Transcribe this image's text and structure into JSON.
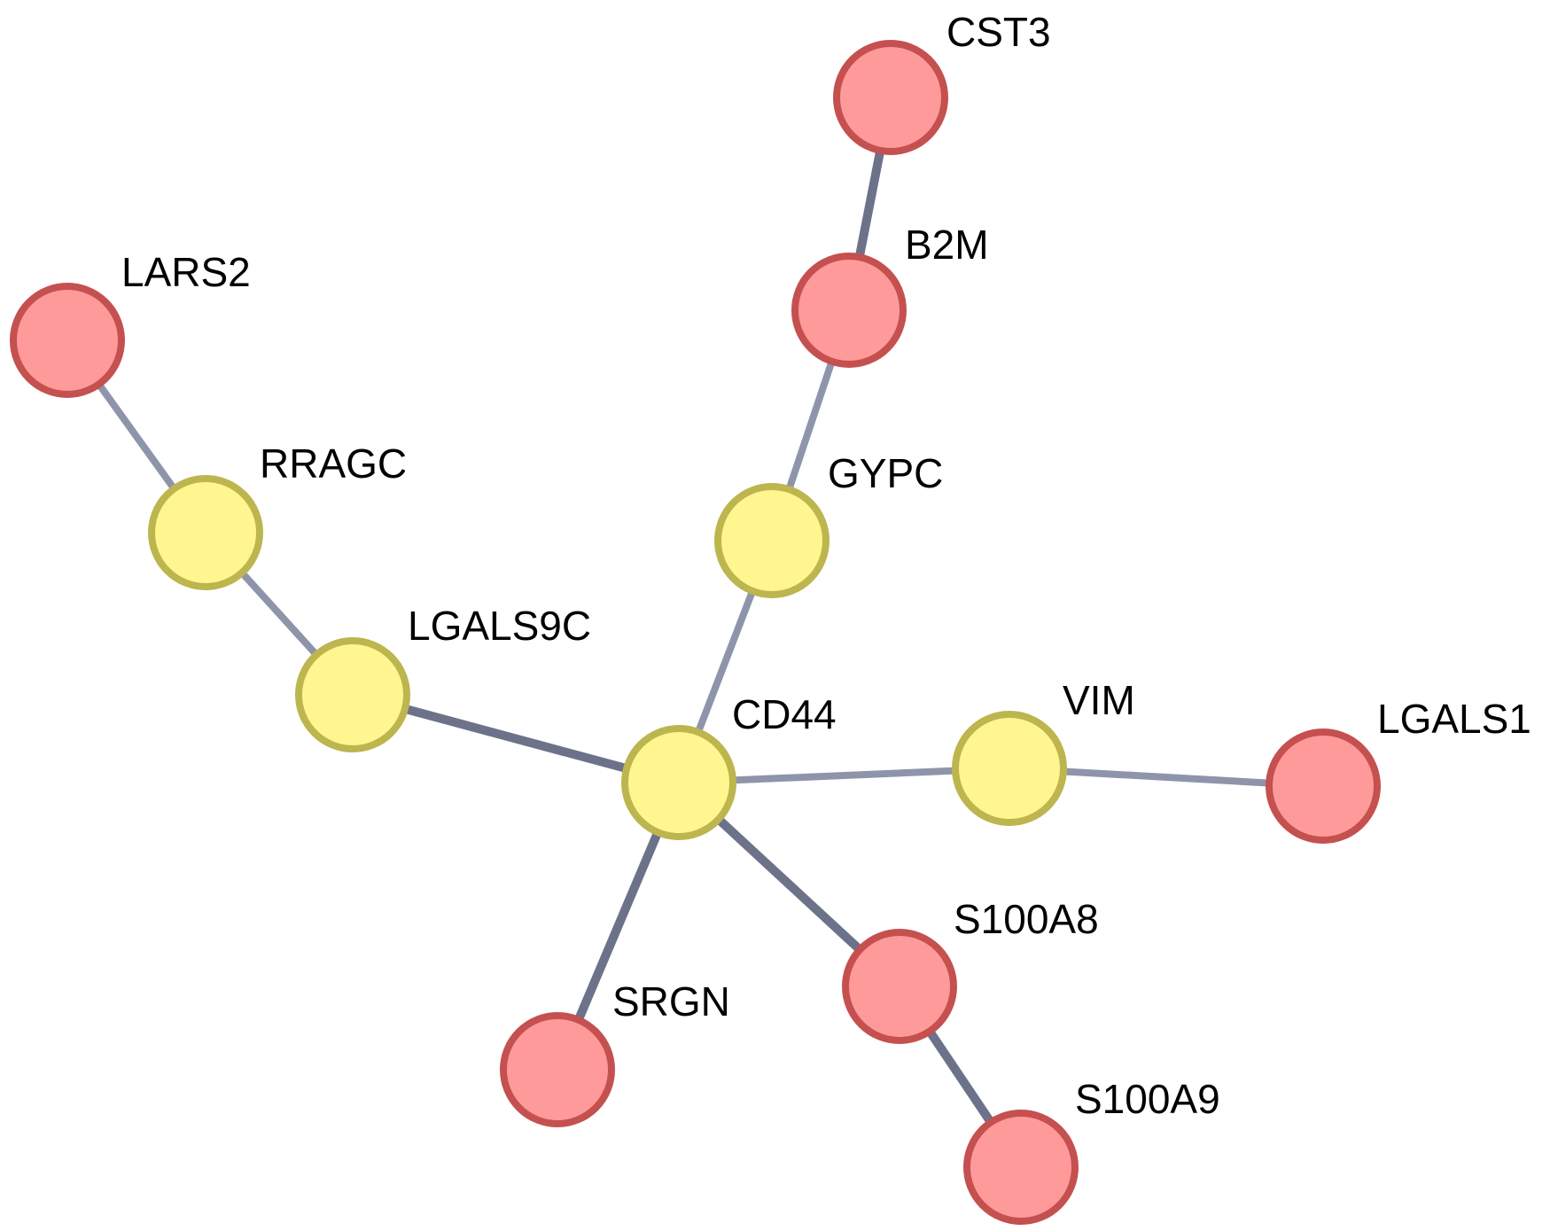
{
  "network": {
    "colors": {
      "yellow_fill": "#fff68f",
      "yellow_stroke": "#bdb54e",
      "red_fill": "#ff9a9a",
      "red_stroke": "#c55050",
      "edge_light": "#8e95aa",
      "edge_dark": "#6c7289"
    },
    "nodes": [
      {
        "id": "CST3",
        "label": "CST3",
        "group": "red"
      },
      {
        "id": "B2M",
        "label": "B2M",
        "group": "red"
      },
      {
        "id": "LARS2",
        "label": "LARS2",
        "group": "red"
      },
      {
        "id": "RRAGC",
        "label": "RRAGC",
        "group": "yellow"
      },
      {
        "id": "GYPC",
        "label": "GYPC",
        "group": "yellow"
      },
      {
        "id": "LGALS9C",
        "label": "LGALS9C",
        "group": "yellow"
      },
      {
        "id": "CD44",
        "label": "CD44",
        "group": "yellow"
      },
      {
        "id": "VIM",
        "label": "VIM",
        "group": "yellow"
      },
      {
        "id": "LGALS1",
        "label": "LGALS1",
        "group": "red"
      },
      {
        "id": "S100A8",
        "label": "S100A8",
        "group": "red"
      },
      {
        "id": "SRGN",
        "label": "SRGN",
        "group": "red"
      },
      {
        "id": "S100A9",
        "label": "S100A9",
        "group": "red"
      }
    ],
    "edges": [
      {
        "source": "CST3",
        "target": "B2M",
        "strength": "strong"
      },
      {
        "source": "B2M",
        "target": "GYPC",
        "strength": "weak"
      },
      {
        "source": "LARS2",
        "target": "RRAGC",
        "strength": "weak"
      },
      {
        "source": "RRAGC",
        "target": "LGALS9C",
        "strength": "weak"
      },
      {
        "source": "LGALS9C",
        "target": "CD44",
        "strength": "strong"
      },
      {
        "source": "GYPC",
        "target": "CD44",
        "strength": "weak"
      },
      {
        "source": "CD44",
        "target": "VIM",
        "strength": "weak"
      },
      {
        "source": "VIM",
        "target": "LGALS1",
        "strength": "weak"
      },
      {
        "source": "CD44",
        "target": "S100A8",
        "strength": "strong"
      },
      {
        "source": "CD44",
        "target": "SRGN",
        "strength": "strong"
      },
      {
        "source": "S100A8",
        "target": "S100A9",
        "strength": "strong"
      }
    ]
  }
}
